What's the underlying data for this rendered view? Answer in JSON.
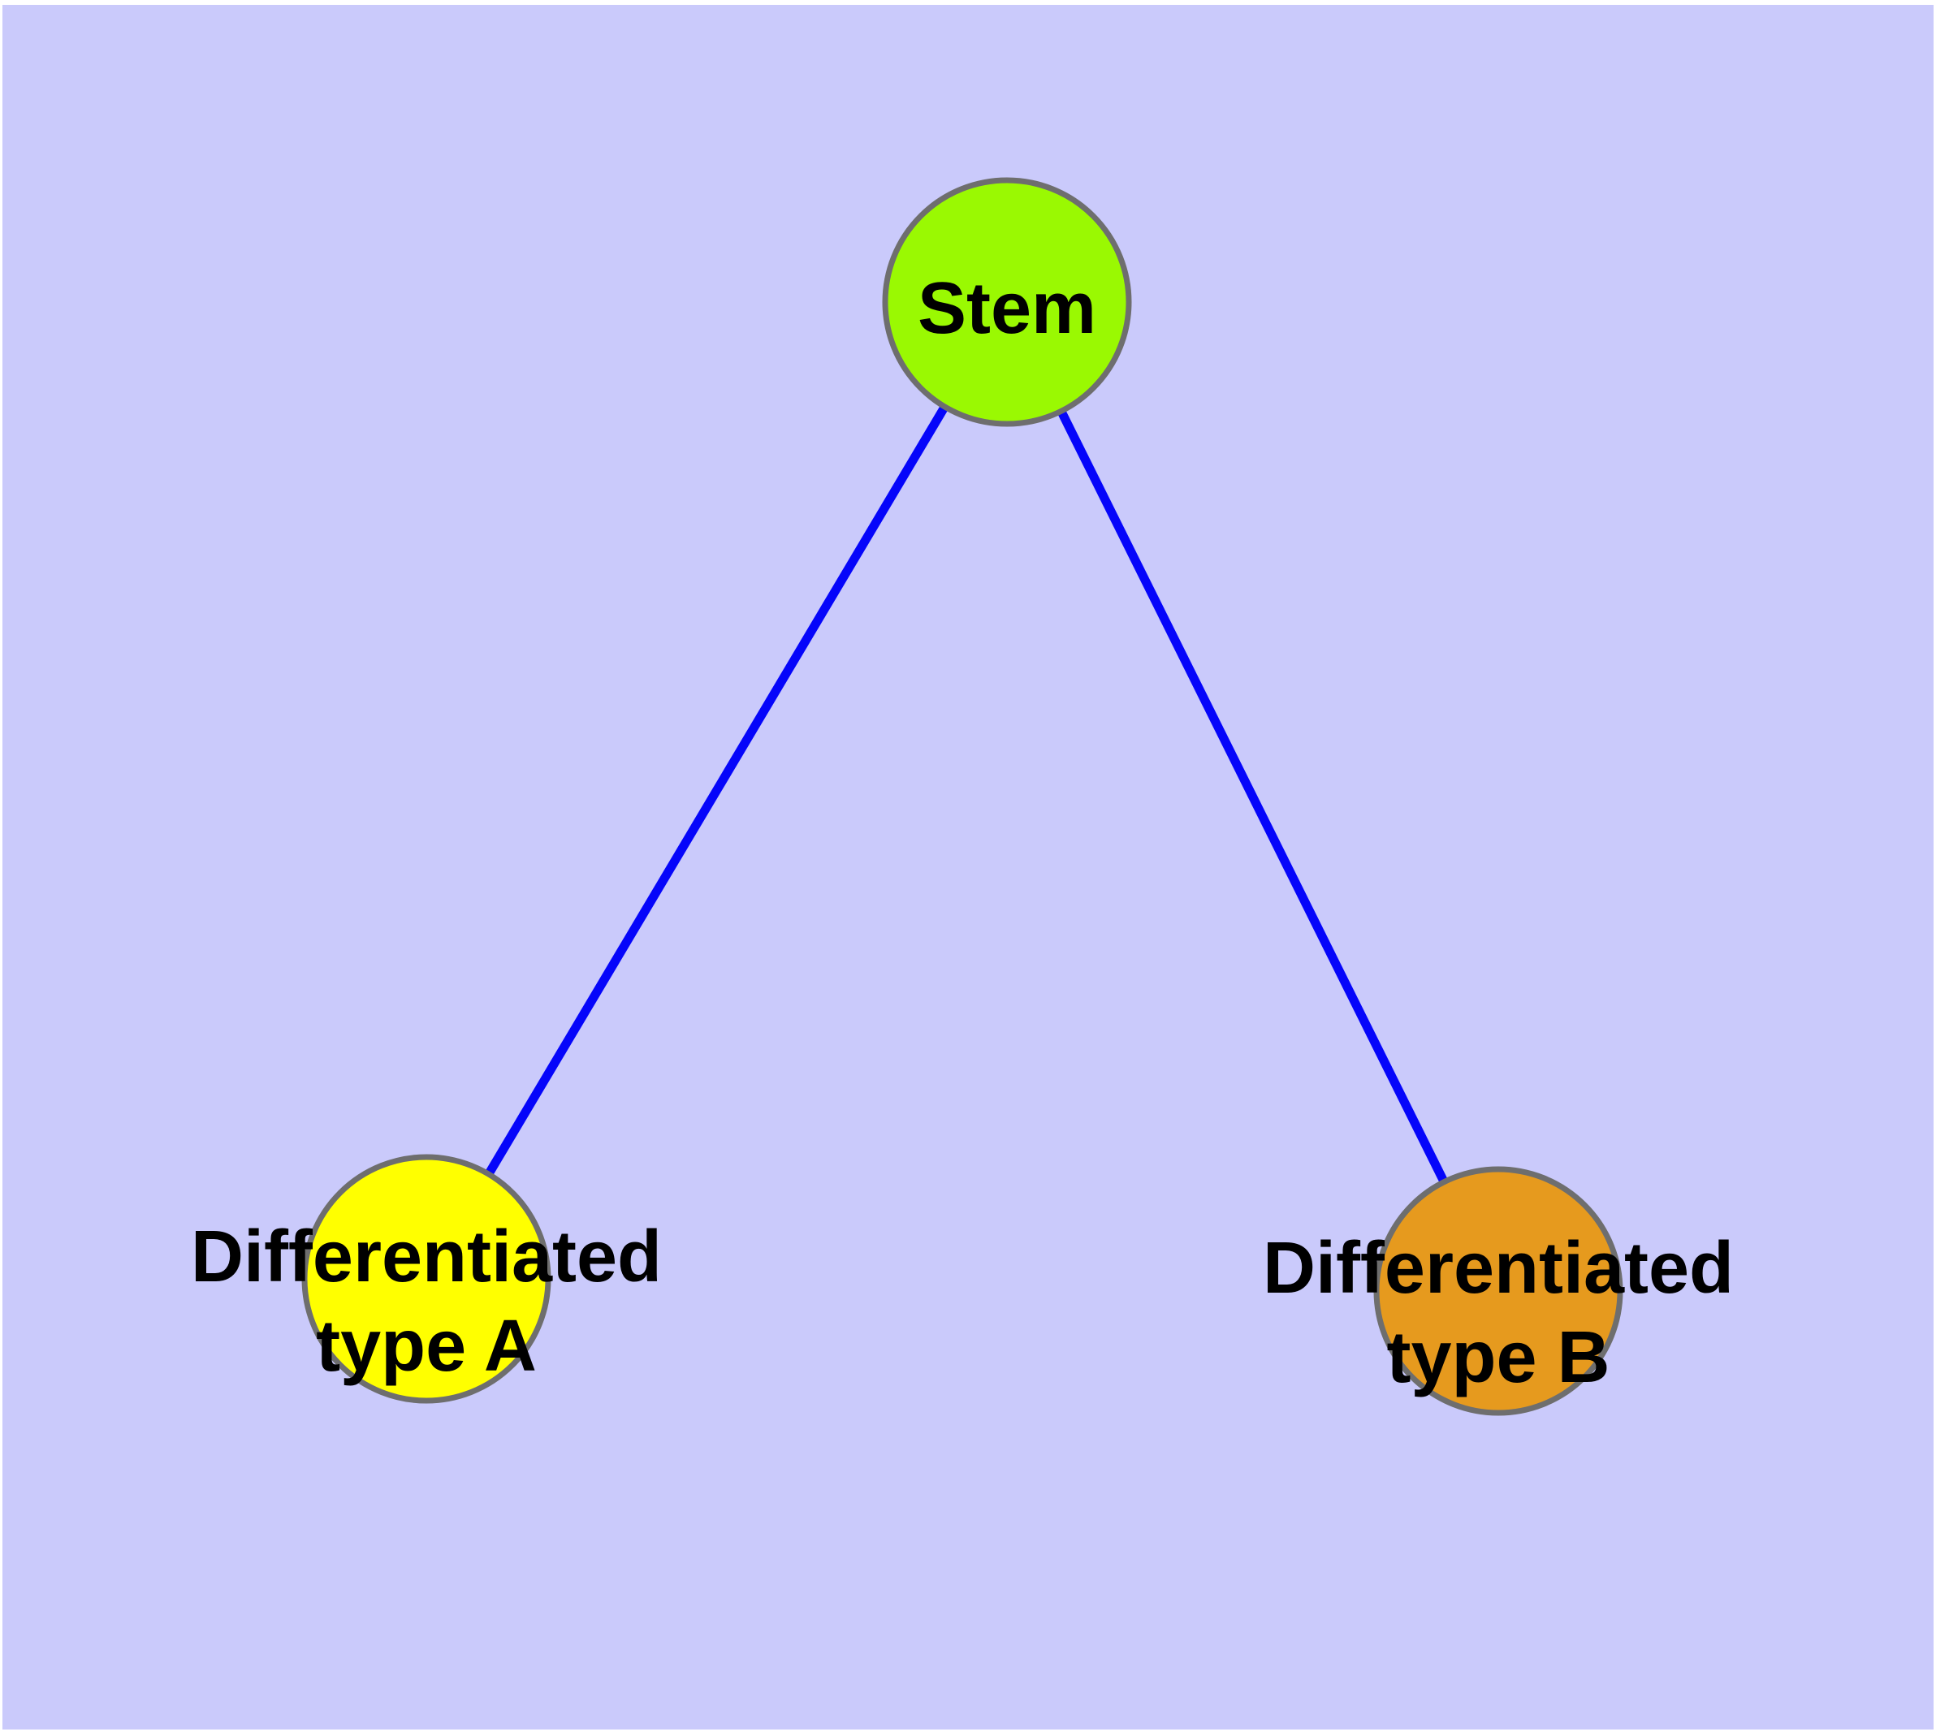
{
  "diagram": {
    "type": "graph",
    "description": "Cell differentiation graph: a Stem node connected to two differentiated cell type nodes",
    "background_color": "#cacafb",
    "page_margin_color": "#ffffff",
    "edge_color": "#0505fa",
    "edge_width": "11",
    "node_border_color": "#6e6e6e",
    "label_color": "#000000",
    "nodes": {
      "stem": {
        "label": "Stem",
        "fill": "#9af902"
      },
      "type_a": {
        "label_line1": "Differentiated",
        "label_line2": "type A",
        "fill": "#ffff00"
      },
      "type_b": {
        "label_line1": "Differentiated",
        "label_line2": "type B",
        "fill": "#e69a1e"
      }
    },
    "edges": [
      {
        "from": "Stem",
        "to": "Differentiated type A"
      },
      {
        "from": "Stem",
        "to": "Differentiated type B"
      }
    ]
  }
}
